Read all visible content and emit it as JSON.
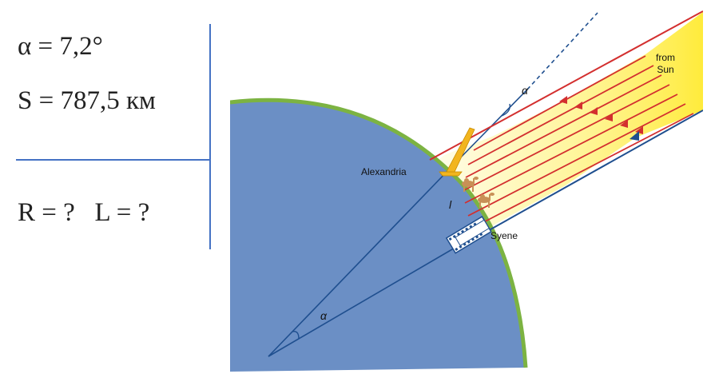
{
  "formulas": {
    "alpha": "α = 7,2°",
    "distance": "S = 787,5 км",
    "unknowns": "R = ?   L = ?"
  },
  "diagram": {
    "alexandria_label": "Alexandria",
    "syene_label": "Syene",
    "sun_label_line1": "from",
    "sun_label_line2": "Sun",
    "alpha_symbol": "α",
    "arc_symbol": "l"
  },
  "colors": {
    "earth_fill": "#6b8fc5",
    "earth_rim": "#7cb342",
    "divider": "#4472c4",
    "sun_ray": "#d32f2f",
    "sun_glow": "#fff27a",
    "construction_line": "#1f4f8f"
  }
}
